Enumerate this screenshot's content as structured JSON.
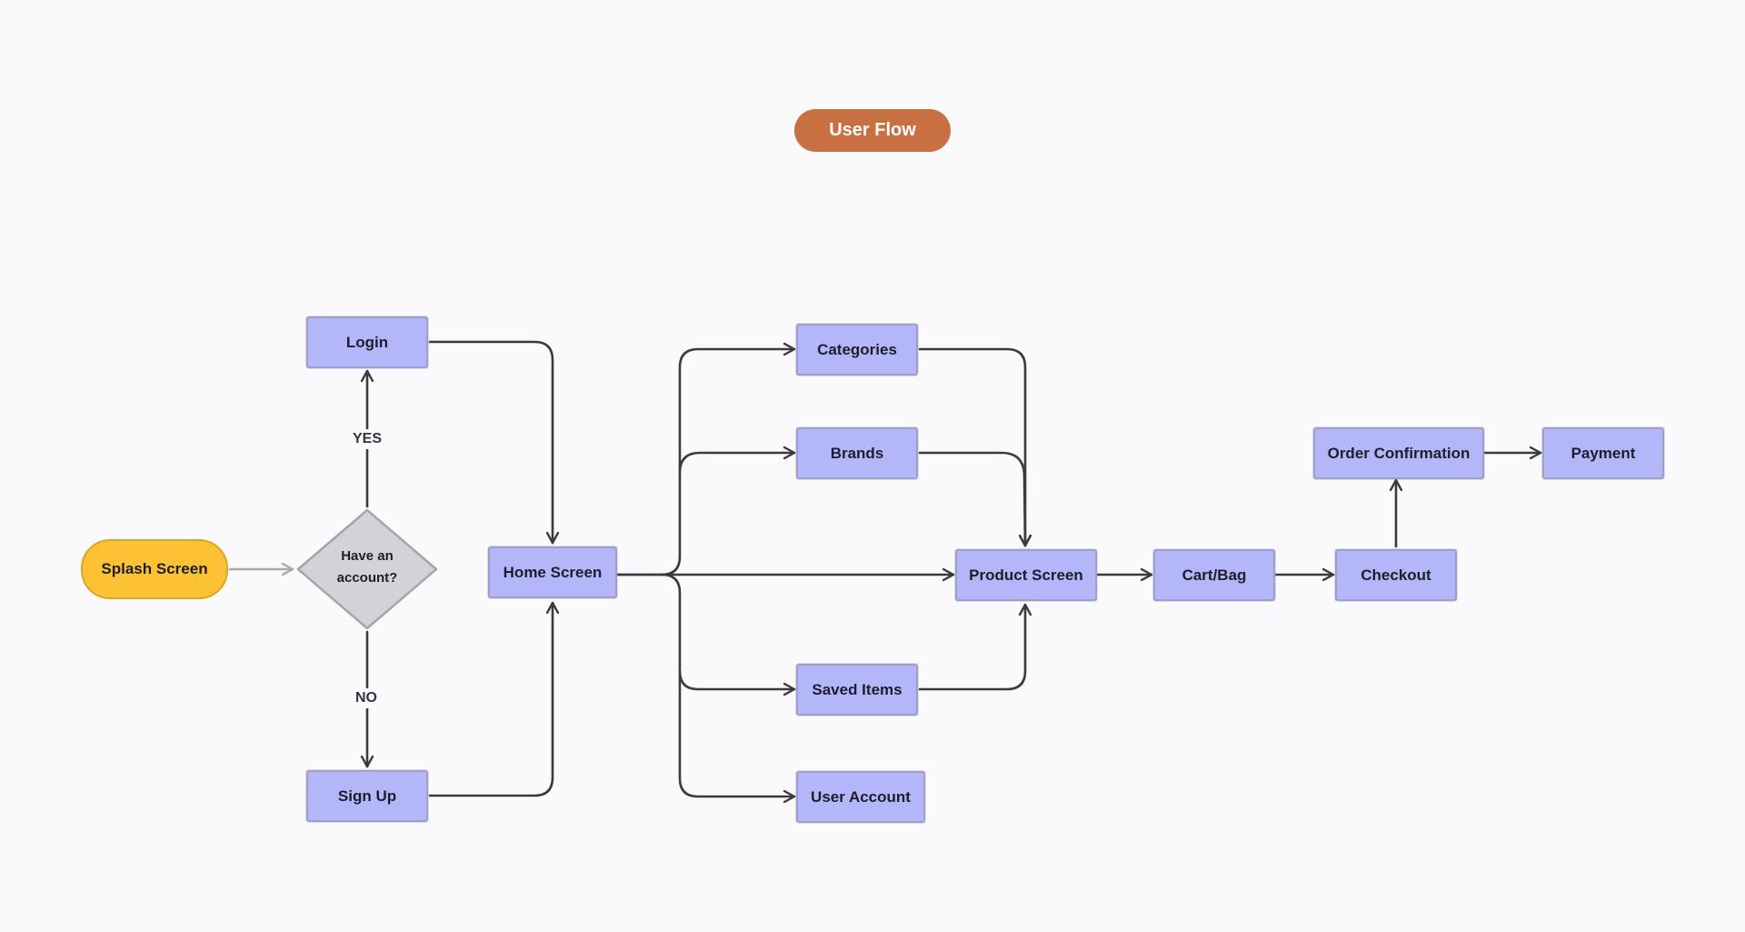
{
  "title": "User Flow",
  "colors": {
    "background": "#fafafc",
    "title_pill": "#c87041",
    "terminal": "#fdc134",
    "process_box": "#b4b6fa",
    "decision": "#d2d3d7",
    "connector": "#3b3b3f"
  },
  "nodes": {
    "splash": "Splash Screen",
    "decision": {
      "line1": "Have an",
      "line2": "account?"
    },
    "login": "Login",
    "signup": "Sign Up",
    "home": "Home Screen",
    "categories": "Categories",
    "brands": "Brands",
    "saved_items": "Saved Items",
    "user_account": "User Account",
    "product": "Product Screen",
    "cart": "Cart/Bag",
    "checkout": "Checkout",
    "order_confirmation": "Order Confirmation",
    "payment": "Payment"
  },
  "edge_labels": {
    "yes": "YES",
    "no": "NO"
  },
  "edges": [
    {
      "from": "Splash Screen",
      "to": "Have an account?"
    },
    {
      "from": "Have an account?",
      "to": "Login",
      "label": "YES"
    },
    {
      "from": "Have an account?",
      "to": "Sign Up",
      "label": "NO"
    },
    {
      "from": "Login",
      "to": "Home Screen"
    },
    {
      "from": "Sign Up",
      "to": "Home Screen"
    },
    {
      "from": "Home Screen",
      "to": "Categories"
    },
    {
      "from": "Home Screen",
      "to": "Brands"
    },
    {
      "from": "Home Screen",
      "to": "Product Screen"
    },
    {
      "from": "Home Screen",
      "to": "Saved Items"
    },
    {
      "from": "Home Screen",
      "to": "User Account"
    },
    {
      "from": "Categories",
      "to": "Product Screen"
    },
    {
      "from": "Brands",
      "to": "Product Screen"
    },
    {
      "from": "Saved Items",
      "to": "Product Screen"
    },
    {
      "from": "Product Screen",
      "to": "Cart/Bag"
    },
    {
      "from": "Cart/Bag",
      "to": "Checkout"
    },
    {
      "from": "Checkout",
      "to": "Order Confirmation"
    },
    {
      "from": "Order Confirmation",
      "to": "Payment"
    }
  ]
}
